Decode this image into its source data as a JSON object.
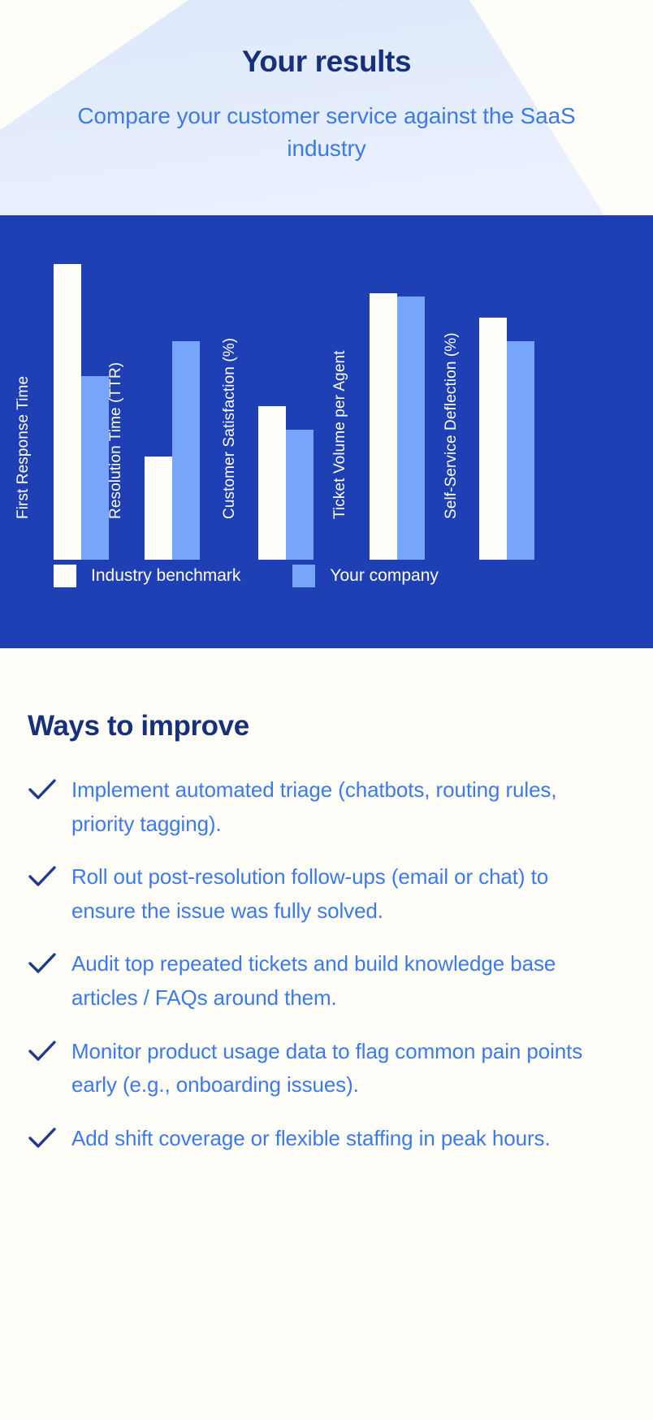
{
  "header": {
    "title": "Your results",
    "subtitle": "Compare your customer service against the SaaS industry"
  },
  "colors": {
    "page_background": "#FFFDF8",
    "header_shape": "#E2EBFB",
    "chart_background": "#1F40B5",
    "benchmark_bar": "#FFFDF8",
    "company_bar": "#76A5FA",
    "heading_navy": "#16307C",
    "body_blue": "#3B7AE8",
    "check_navy": "#1E3A8A"
  },
  "chart_data": {
    "type": "bar",
    "title": "",
    "xlabel": "",
    "ylabel": "",
    "grid": false,
    "legend_position": "bottom-left",
    "categories": [
      "First Response Time",
      "Resolution Time (TTR)",
      "Customer Satisfaction (%)",
      "Ticket Volume per Agent",
      "Self-Service Deflection (%)"
    ],
    "series": [
      {
        "name": "Industry benchmark",
        "color": "#FFFDF8",
        "values": [
          100,
          35,
          52,
          90,
          82
        ]
      },
      {
        "name": "Your company",
        "color": "#76A5FA",
        "values": [
          62,
          74,
          44,
          89,
          74
        ]
      }
    ],
    "ylim": [
      0,
      100
    ]
  },
  "legend": {
    "items": [
      {
        "label": "Industry benchmark",
        "swatch": "benchmark"
      },
      {
        "label": "Your company",
        "swatch": "company"
      }
    ]
  },
  "improve": {
    "title": "Ways to improve",
    "check_icon": "check-icon",
    "tips": [
      "Implement automated triage (chatbots, routing rules, priority tagging).",
      "Roll out post-resolution follow-ups (email or chat) to ensure the issue was fully solved.",
      "Audit top repeated tickets and build knowledge base articles / FAQs around them.",
      "Monitor product usage data to flag common pain points early (e.g., onboarding issues).",
      "Add shift coverage or flexible staffing in peak hours."
    ]
  }
}
